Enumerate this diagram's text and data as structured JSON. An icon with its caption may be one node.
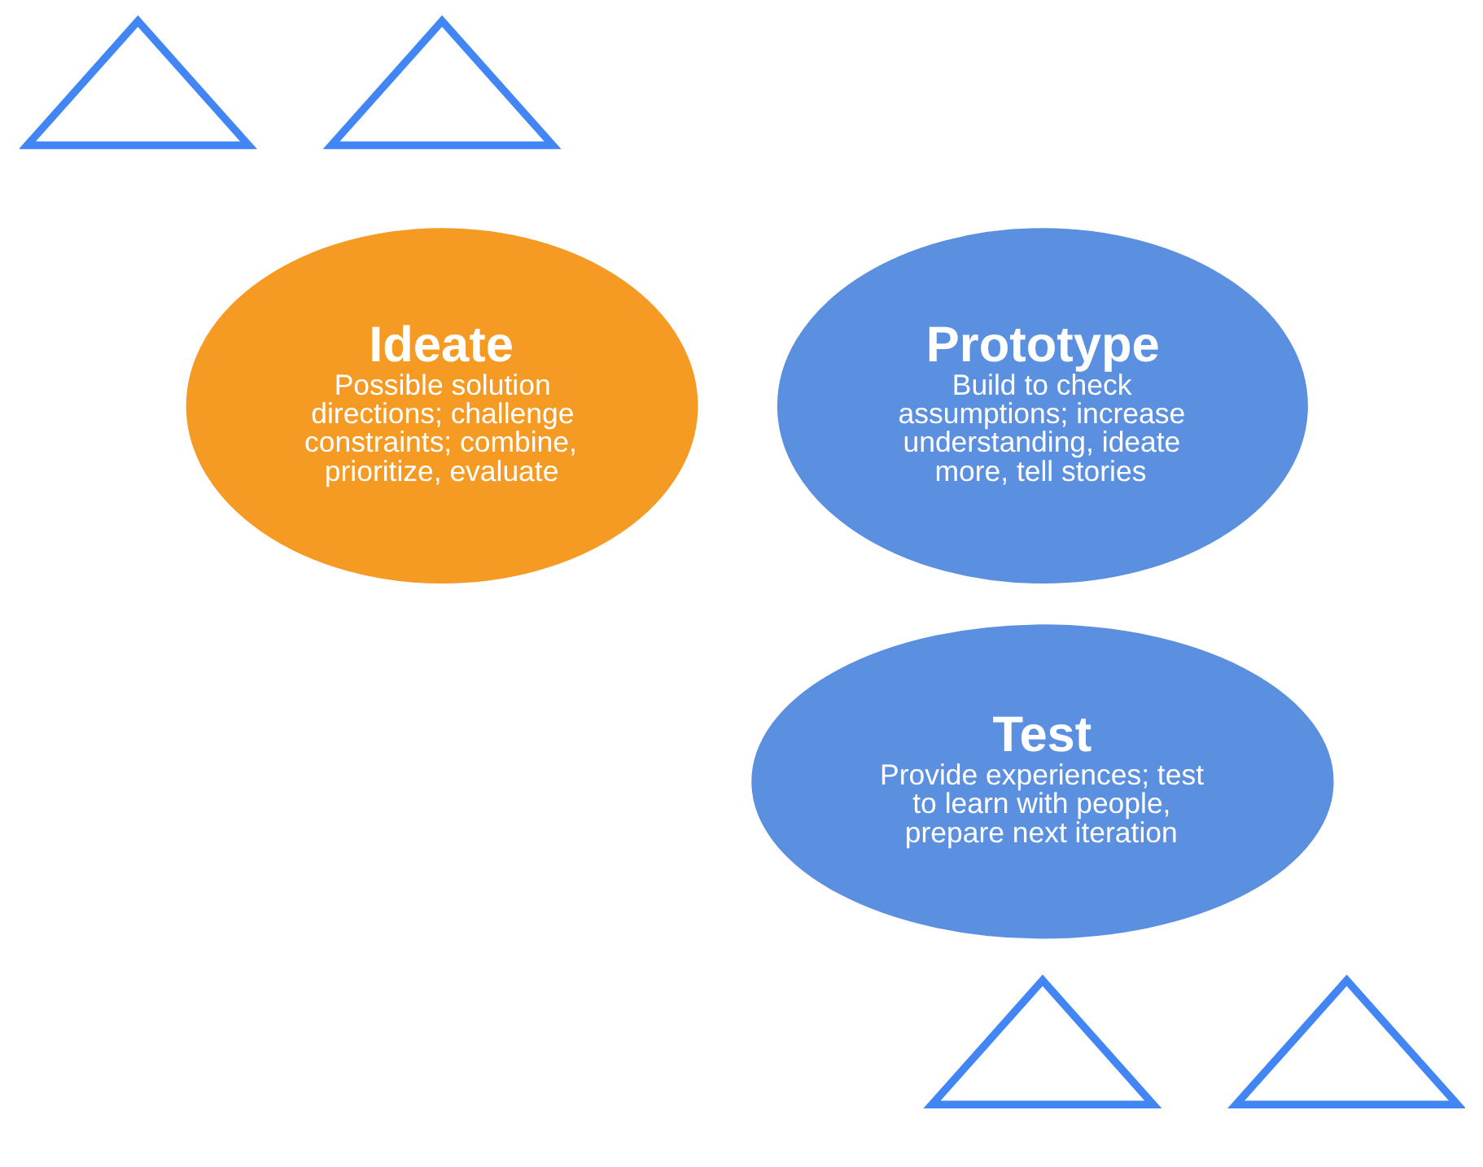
{
  "diagram": {
    "nodes": [
      {
        "text": [],
        "shape": "triangle"
      },
      {
        "text": [],
        "shape": "triangle"
      },
      {
        "text": [
          "Prototype",
          "Build to check assumptions; increase understanding, ideate more, tell stories"
        ]
      },
      {
        "text": [
          "Ideate",
          "Possible solution directions; challenge constraints; combine, prioritize, evaluate"
        ]
      },
      {
        "text": [
          "Test",
          "Provide experiences; test to learn with people, prepare next iteration"
        ]
      },
      {
        "text": [],
        "shape": "triangle"
      },
      {
        "text": [],
        "shape": "triangle"
      }
    ],
    "edges": []
  }
}
